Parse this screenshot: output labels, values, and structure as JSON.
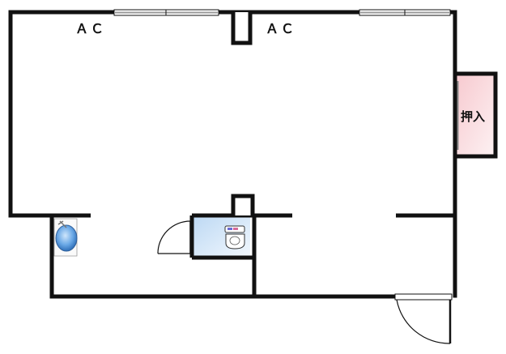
{
  "labels": {
    "ac_left": "ＡＣ",
    "ac_right": "ＡＣ",
    "closet": "押入"
  },
  "colors": {
    "wall": "#111111",
    "closet_fill_start": "#f7c9cf",
    "closet_fill_end": "#fdf2f3",
    "toilet_room_start": "#bcd8f3",
    "toilet_room_end": "#eef6fd",
    "sink_blue": "#4a8fd6"
  }
}
